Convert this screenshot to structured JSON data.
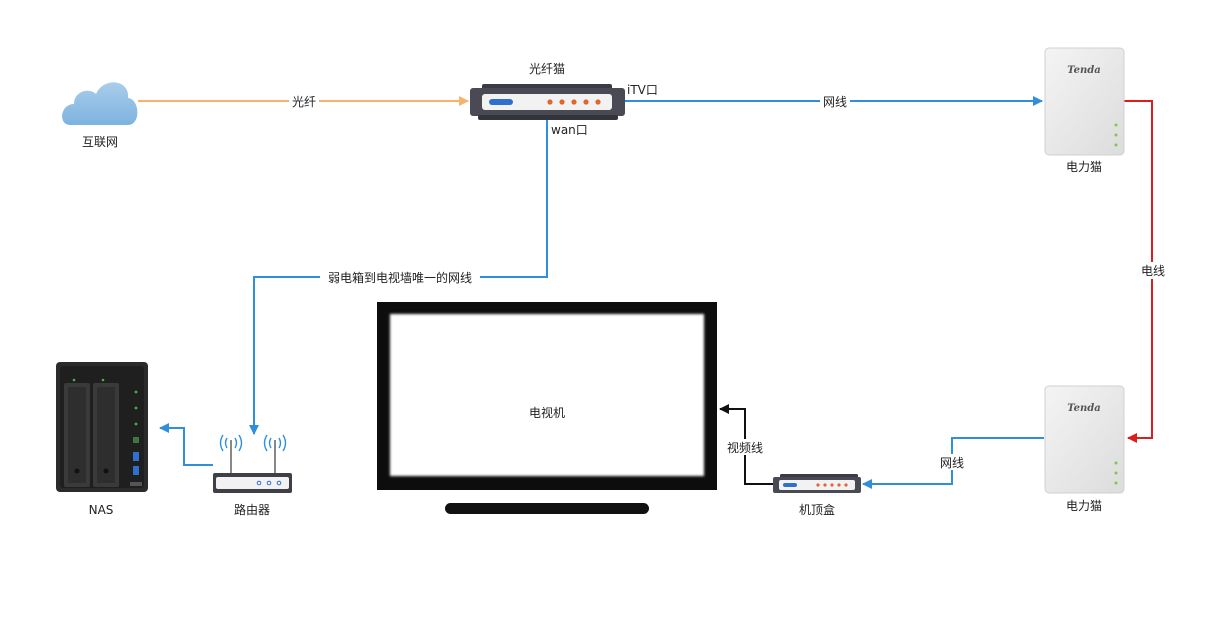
{
  "diagram": {
    "nodes": {
      "internet": "互联网",
      "fiber_modem": "光纤猫",
      "power_cat_top": "电力猫",
      "power_cat_bottom": "电力猫",
      "tv": "电视机",
      "set_top_box": "机顶盒",
      "router": "路由器",
      "nas": "NAS"
    },
    "ports": {
      "itv": "iTV口",
      "wan": "wan口"
    },
    "edges": {
      "fiber": "光纤",
      "lan_to_power": "网线",
      "power_line": "电线",
      "power_to_stb": "网线",
      "video_cable": "视频线",
      "weak_box_line": "弱电箱到电视墙唯一的网线"
    },
    "brand": "Tenda"
  },
  "colors": {
    "fiber_orange": "#f5b36b",
    "network_blue": "#2f8fdc",
    "power_red": "#d91f1f",
    "video_black": "#111111"
  }
}
